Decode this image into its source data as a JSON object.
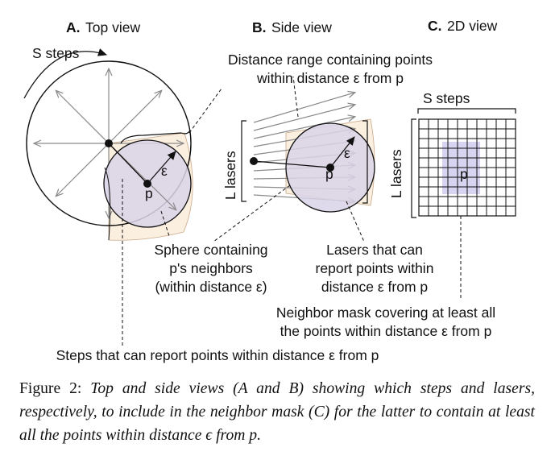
{
  "panels": {
    "a": {
      "letter": "A.",
      "title": "Top view"
    },
    "b": {
      "letter": "B.",
      "title": "Side view"
    },
    "c": {
      "letter": "C.",
      "title": "2D view"
    }
  },
  "labels": {
    "s_steps_a": "S steps",
    "s_steps_c": "S steps",
    "l_lasers_b": "L lasers",
    "l_lasers_c": "L lasers",
    "epsilon": "ε",
    "point": "p",
    "distance_range": [
      "Distance range containing points",
      "within distance ε from p"
    ],
    "sphere": [
      "Sphere containing",
      "p's neighbors",
      "(within distance ε)"
    ],
    "lasers_report": [
      "Lasers that can",
      "report points within",
      "distance ε from p"
    ],
    "neighbor_mask": [
      "Neighbor mask covering at least all",
      "the points within distance ε from p"
    ],
    "steps_report": "Steps that can report points within distance ε from p"
  },
  "caption": {
    "label": "Figure 2:",
    "text": "Top and side views (A and B) showing which steps and lasers, respectively, to include in the neighbor mask (C) for the latter to contain at least all the points within distance ϵ from p."
  },
  "colors": {
    "sphere_fill": "#d9d4e8",
    "wedge_fill": "#fbefe0",
    "mask_fill": "#d6d4f0",
    "ray": "#8a8a8a",
    "ink": "#111111"
  }
}
